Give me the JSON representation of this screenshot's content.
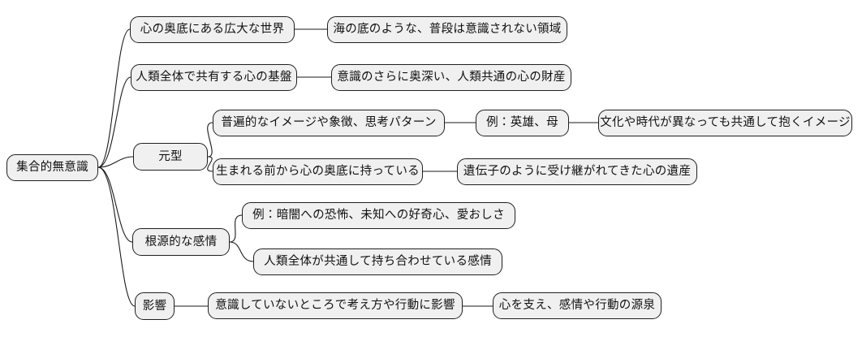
{
  "diagram": {
    "type": "mind-map",
    "title": "集合的無意識",
    "orientation": "left-to-right",
    "node_fill": "#f0f0f0",
    "node_border": "#1f1f1f",
    "edge_color": "#1a1a1a",
    "background": "#ffffff"
  },
  "nodes": {
    "root": "集合的無意識",
    "b1": "心の奥底にある広大な世界",
    "b1c1": "海の底のような、普段は意識されない領域",
    "b2": "人類全体で共有する心の基盤",
    "b2c1": "意識のさらに奥深い、人類共通の心の財産",
    "b3": "元型",
    "b3c1": "普遍的なイメージや象徴、思考パターン",
    "b3c1a": "例：英雄、母",
    "b3c1a1": "文化や時代が異なっても共通して抱くイメージ",
    "b3c2": "生まれる前から心の奥底に持っている",
    "b3c2a": "遺伝子のように受け継がれてきた心の遺産",
    "b4": "根源的な感情",
    "b4c1": "例：暗闇への恐怖、未知への好奇心、愛おしさ",
    "b4c2": "人類全体が共通して持ち合わせている感情",
    "b5": "影響",
    "b5c1": "意識していないところで考え方や行動に影響",
    "b5c1a": "心を支え、感情や行動の源泉"
  }
}
